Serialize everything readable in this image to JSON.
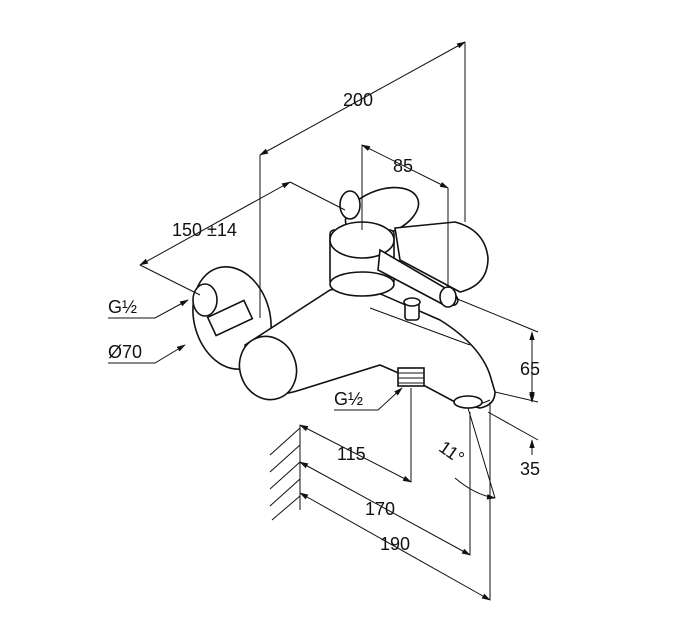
{
  "dimensions": {
    "overall_depth": "200",
    "lever_offset": "85",
    "center_distance": "150 ±14",
    "connection_thread": "G½",
    "rosette_diameter": "Ø70",
    "outlet_thread": "G½",
    "height_upper": "65",
    "height_lower": "35",
    "outlet_projection": "115",
    "spout_projection": "170",
    "total_projection": "190",
    "spout_angle": "11°"
  },
  "colors": {
    "line": "#111111",
    "background": "#ffffff"
  }
}
